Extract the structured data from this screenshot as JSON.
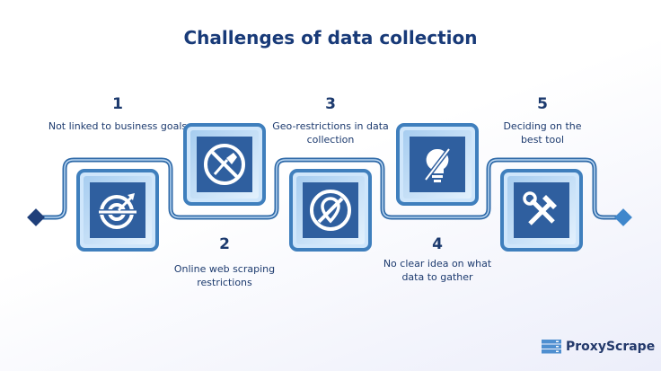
{
  "title": "Challenges of data collection",
  "steps": [
    {
      "number": "1",
      "label": "Not linked to business goals",
      "icon": "target-arrow-icon"
    },
    {
      "number": "2",
      "label": "Online web scraping restrictions",
      "icon": "no-scraping-icon"
    },
    {
      "number": "3",
      "label": "Geo-restrictions in data collection",
      "icon": "no-location-icon"
    },
    {
      "number": "4",
      "label": "No clear idea on what data to gather",
      "icon": "no-idea-bulb-icon"
    },
    {
      "number": "5",
      "label": "Deciding on the best tool",
      "icon": "tools-icon"
    }
  ],
  "brand": "ProxyScrape",
  "colors": {
    "path": "#2f6aa8",
    "box_border": "#3f7fbd",
    "inner": "#2f5f9f",
    "text": "#1c3a6e"
  }
}
